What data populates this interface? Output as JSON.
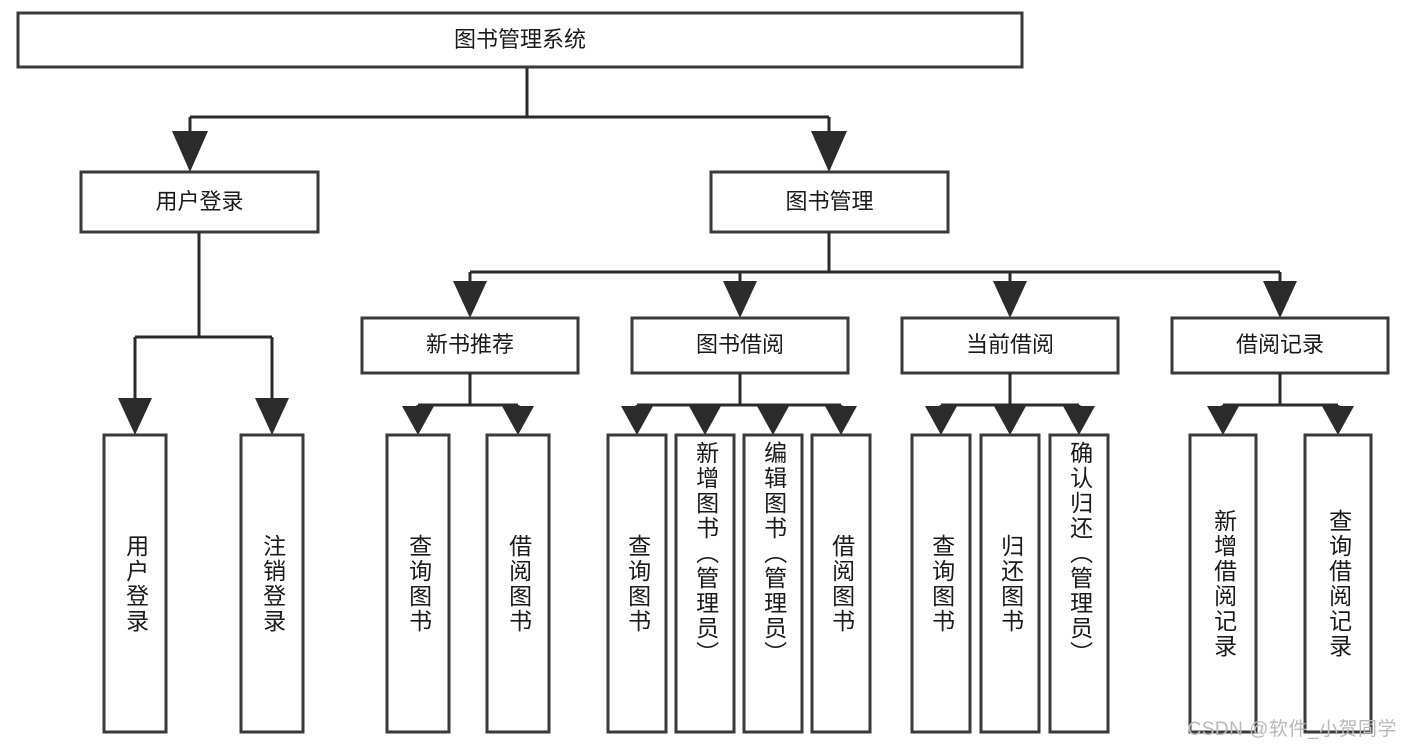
{
  "diagram": {
    "title": "图书管理系统",
    "type": "tree-hierarchy-chart",
    "root": {
      "label": "图书管理系统"
    },
    "level2": [
      {
        "label": "用户登录"
      },
      {
        "label": "图书管理"
      }
    ],
    "level3": [
      {
        "label": "新书推荐"
      },
      {
        "label": "图书借阅"
      },
      {
        "label": "当前借阅"
      },
      {
        "label": "借阅记录"
      }
    ],
    "leaves_user_login": [
      {
        "label": "用户登录"
      },
      {
        "label": "注销登录"
      }
    ],
    "leaves_new_book": [
      {
        "label": "查询图书"
      },
      {
        "label": "借阅图书"
      }
    ],
    "leaves_borrow": [
      {
        "label": "查询图书"
      },
      {
        "label": "新增图书（管理员）"
      },
      {
        "label": "编辑图书（管理员）"
      },
      {
        "label": "借阅图书"
      }
    ],
    "leaves_current": [
      {
        "label": "查询图书"
      },
      {
        "label": "归还图书"
      },
      {
        "label": "确认归还（管理员）"
      }
    ],
    "leaves_records": [
      {
        "label": "新增借阅记录"
      },
      {
        "label": "查询借阅记录"
      }
    ],
    "colors": {
      "box_stroke": "#3a3a3a",
      "connector": "#2b2b2b",
      "box_fill": "#ffffff",
      "text": "#1a1a1a",
      "watermark": "#b9b9b9",
      "background": "#ffffff"
    }
  },
  "watermark": {
    "text": "CSDN @软件_小贺同学"
  }
}
